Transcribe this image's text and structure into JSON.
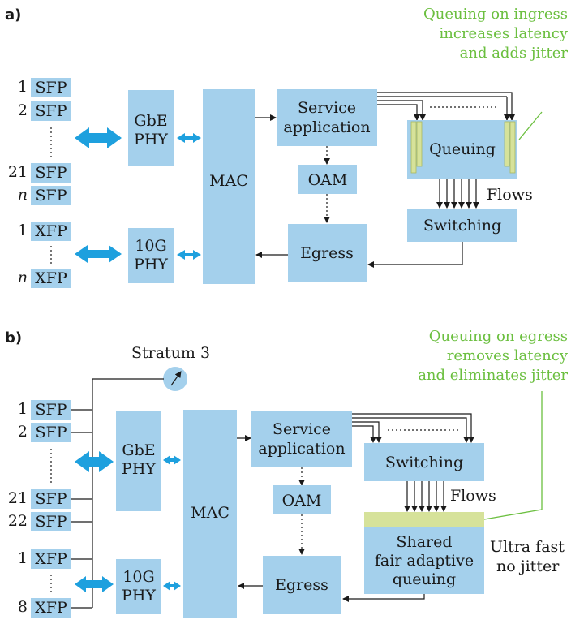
{
  "panel_a": {
    "caption": "a)",
    "note": [
      "Queuing on ingress",
      "increases latency",
      "and adds jitter"
    ],
    "ports": [
      {
        "num": "1",
        "type": "SFP"
      },
      {
        "num": "2",
        "type": "SFP"
      },
      {
        "num": "21",
        "type": "SFP"
      },
      {
        "num": "n",
        "type": "SFP"
      },
      {
        "num": "1",
        "type": "XFP"
      },
      {
        "num": "n",
        "type": "XFP"
      }
    ],
    "gbe_phy": [
      "GbE",
      "PHY"
    ],
    "phy_10g": [
      "10G",
      "PHY"
    ],
    "mac": "MAC",
    "service": [
      "Service",
      "application"
    ],
    "oam": "OAM",
    "egress": "Egress",
    "queuing": "Queuing",
    "flows": "Flows",
    "switching": "Switching"
  },
  "panel_b": {
    "caption": "b)",
    "note": [
      "Queuing on egress",
      "removes latency",
      "and eliminates jitter"
    ],
    "stratum": "Stratum 3",
    "ports": [
      {
        "num": "1",
        "type": "SFP"
      },
      {
        "num": "2",
        "type": "SFP"
      },
      {
        "num": "21",
        "type": "SFP"
      },
      {
        "num": "22",
        "type": "SFP"
      },
      {
        "num": "1",
        "type": "XFP"
      },
      {
        "num": "8",
        "type": "XFP"
      }
    ],
    "gbe_phy": [
      "GbE",
      "PHY"
    ],
    "phy_10g": [
      "10G",
      "PHY"
    ],
    "mac": "MAC",
    "service": [
      "Service",
      "application"
    ],
    "oam": "OAM",
    "egress": "Egress",
    "switching": "Switching",
    "flows": "Flows",
    "shared_queue": [
      "Shared",
      "fair adaptive",
      "queuing"
    ],
    "ultra": [
      "Ultra fast",
      "no jitter"
    ]
  },
  "colors": {
    "block": "#a4d0ec",
    "arrow": "#1ea0de",
    "note": "#6bbf3f",
    "queue_bar": "#d6e29a"
  }
}
